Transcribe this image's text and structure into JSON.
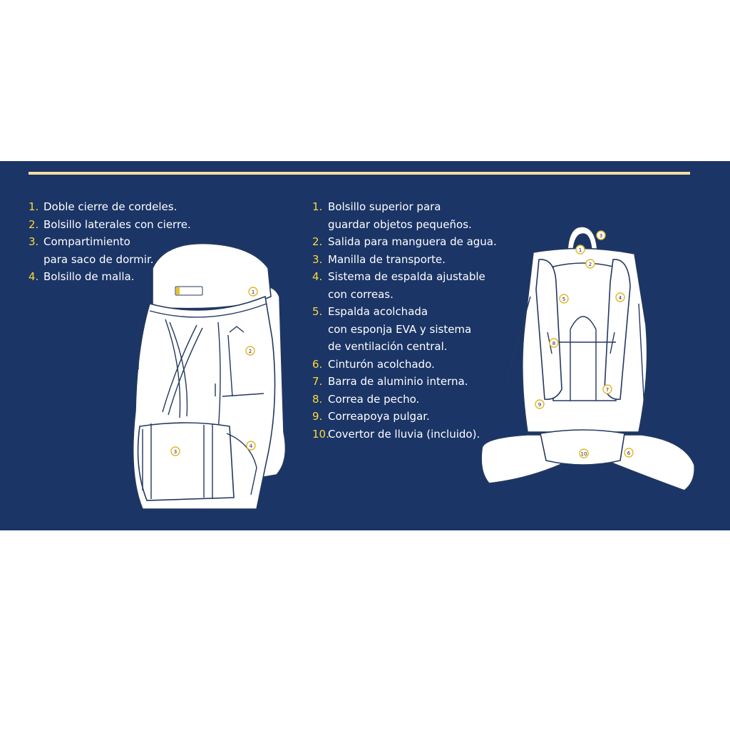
{
  "colors": {
    "panel_background": "#1b3566",
    "rule_accent": "#f4dfa0",
    "number_accent": "#ffd83a",
    "text": "#ffffff"
  },
  "front_features": [
    {
      "number": "1.",
      "text": "Doble cierre de cordeles."
    },
    {
      "number": "2.",
      "text": "Bolsillo laterales con cierre."
    },
    {
      "number": "3.",
      "text": "Compartimiento\npara saco de dormir."
    },
    {
      "number": "4.",
      "text": "Bolsillo de malla."
    }
  ],
  "back_features": [
    {
      "number": "1.",
      "text": "Bolsillo superior para\nguardar objetos pequeños."
    },
    {
      "number": "2.",
      "text": "Salida para manguera de agua."
    },
    {
      "number": "3.",
      "text": "Manilla de transporte."
    },
    {
      "number": "4.",
      "text": "Sistema de espalda ajustable\ncon correas."
    },
    {
      "number": "5.",
      "text": "Espalda acolchada\ncon esponja EVA y sistema\nde ventilación central."
    },
    {
      "number": "6.",
      "text": "Cinturón acolchado."
    },
    {
      "number": "7.",
      "text": "Barra de aluminio interna."
    },
    {
      "number": "8.",
      "text": "Correa de pecho."
    },
    {
      "number": "9.",
      "text": "Correapoya pulgar."
    },
    {
      "number": "10.",
      "text": "Covertor de lluvia (incluido)."
    }
  ],
  "front_callouts": [
    "1",
    "2",
    "3",
    "4"
  ],
  "back_callouts": [
    "1",
    "2",
    "3",
    "4",
    "5",
    "6",
    "7",
    "8",
    "9",
    "10"
  ]
}
